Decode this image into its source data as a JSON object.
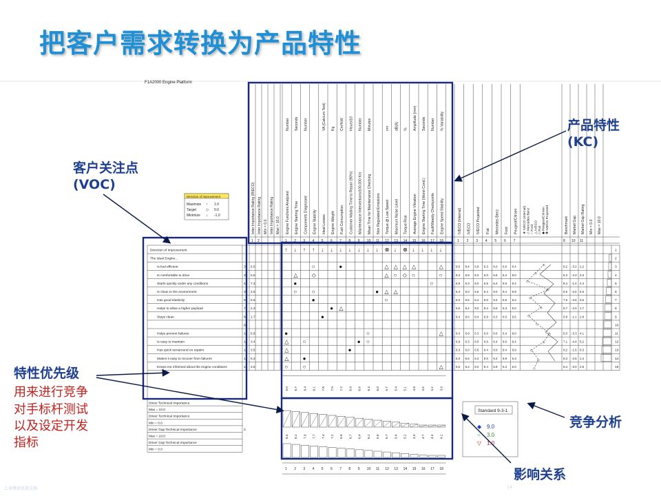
{
  "slide_title": "把客户需求转换为产品特性",
  "annotations": {
    "kc_line1": "产品特性",
    "kc_line2": "(KC)",
    "voc_line1": "客户关注点",
    "voc_line2": "(VOC)",
    "priority_title": "特性优先级",
    "priority_lines": [
      "用来进行竞争",
      "对手标杆测试",
      "以及设定开发",
      "指标"
    ],
    "competitive": "竞争分析",
    "relationship": "影响关系"
  },
  "house_of_quality": {
    "platform_title": "F1A2000 Engine Platform",
    "direction_legend": {
      "title": "Direction of Improvement",
      "rows": [
        {
          "label": "Maximize",
          "symbol": "↑",
          "value": "1.0"
        },
        {
          "label": "Target",
          "symbol": "◇",
          "value": "0.0"
        },
        {
          "label": "Minimize",
          "symbol": "↓",
          "value": "-1.0"
        }
      ]
    },
    "importance_columns": [
      "Inter Importance Rating (RIECO)",
      "Inter Importance Rating",
      "Min = 0.0",
      "Inter Importance Rating",
      "Max = 10.0"
    ],
    "kc_columns": [
      {
        "name": "Engine Functions Analyzed",
        "unit": "Number"
      },
      {
        "name": "Engine Starting Time",
        "unit": "Seconds"
      },
      {
        "name": "Components Diagnosed",
        "unit": "Number"
      },
      {
        "name": "Engine Stability",
        "unit": ""
      },
      {
        "name": "Heat Losses",
        "unit": "VA (Calcium Test)"
      },
      {
        "name": "Engine Weight",
        "unit": "Kg"
      },
      {
        "name": "Fuel Consumption",
        "unit": "Cm³/kW"
      },
      {
        "name": "Customer Waiting Time to Repair (90%)",
        "unit": "Hours/10"
      },
      {
        "name": "Maintenance Interventions/100,000 Km",
        "unit": "Number"
      },
      {
        "name": "Mean Time for Maintenance Checking",
        "unit": "Minutes"
      },
      {
        "name": "Non Regulated Emissions",
        "unit": ""
      },
      {
        "name": "Torque @ Low Speed",
        "unit": "nm"
      },
      {
        "name": "Maximum Noise Level",
        "unit": "dB(A)"
      },
      {
        "name": "Torque Rise",
        "unit": "%"
      },
      {
        "name": "Average Engine Vibration",
        "unit": "Amplitude (mm)"
      },
      {
        "name": "Engine Starting Time (Worst Cond.)",
        "unit": "Seconds"
      },
      {
        "name": "Fault/Weekly Checkpoints",
        "unit": "Number"
      },
      {
        "name": "Engine Speed Stability",
        "unit": "% Variability"
      }
    ],
    "competitor_columns": [
      "IVECO (Internal)",
      "IVECO",
      "IVECO Projected",
      "Fiat",
      "Mercedes Benz",
      "Ford",
      "Peugeot/Citroen"
    ],
    "competitor_legend": [
      "IVECO (Internal)",
      "Mercedes Benz",
      "Ford",
      "IVECO",
      "Fiat",
      "Peugeot/Citroen",
      "IVECO Projected"
    ],
    "gap_columns": [
      "Benchmark",
      "Market Gap",
      "Market Gap Rating",
      "Min = 0.0",
      "Max = 10.0"
    ],
    "column_numbers": [
      "1",
      "2",
      "1",
      "2",
      "3",
      "4",
      "5",
      "6",
      "7",
      "8",
      "9",
      "10",
      "11",
      "12",
      "13",
      "14",
      "15",
      "16",
      "17",
      "18",
      "1",
      "2",
      "3",
      "4",
      "5",
      "6",
      "7",
      "8",
      "10",
      "11"
    ],
    "direction_row": [
      "↑",
      "↓",
      "↑",
      "↑",
      "↓",
      "↓",
      "↓",
      "↓",
      "↓",
      "↓",
      "↓",
      "⊗",
      "↓",
      "⊗",
      "↓",
      "↓",
      "↓",
      "↓"
    ],
    "voc_rows": [
      {
        "n": "",
        "label": "Direction of Improvement",
        "imp": "",
        "lvl": 0
      },
      {
        "n": "",
        "label": "The Ideal Engine...",
        "imp": "",
        "lvl": 0
      },
      {
        "n": "3",
        "label": "Is fuel efficient",
        "imp": "5.5",
        "lvl": 1
      },
      {
        "n": "3",
        "label": "Is comfortable to drive",
        "imp": "5.5",
        "lvl": 1
      },
      {
        "n": "4",
        "label": "Starts quickly under any conditions",
        "imp": "7.3",
        "lvl": 1
      },
      {
        "n": "3",
        "label": "Is clean to the environment",
        "imp": "2.5",
        "lvl": 1
      },
      {
        "n": "6",
        "label": "Has good elasticity",
        "imp": "5.5",
        "lvl": 1
      },
      {
        "n": "7",
        "label": "Helps to allow a higher payload",
        "imp": "2.3",
        "lvl": 1
      },
      {
        "n": "8",
        "label": "Stays clean",
        "imp": "1.7",
        "lvl": 1
      },
      {
        "n": "9",
        "label": "",
        "imp": "",
        "lvl": 1
      },
      {
        "n": "10",
        "label": "Helps prevent failures",
        "imp": "5.9",
        "lvl": 1
      },
      {
        "n": "11",
        "label": "Is easy to maintain",
        "imp": "3.4",
        "lvl": 1
      },
      {
        "n": "12",
        "label": "Has quick turnaround on repairs",
        "imp": "3.5",
        "lvl": 1
      },
      {
        "n": "13",
        "label": "Makes it easy to recover from failures",
        "imp": "5.3",
        "lvl": 1
      },
      {
        "n": "14",
        "label": "Keeps me informed about the engine conditions",
        "imp": "3.5",
        "lvl": 1
      }
    ],
    "bottom_rows": [
      "Driver Technical Importance",
      "Max = 10.0",
      "Driver Technical Importance",
      "Min = 0.0",
      "Driver Gap Technical Importance",
      "Max = 10.0",
      "Driver Gap Technical Importance",
      "Min = 0.0"
    ],
    "standard_legend": {
      "title": "Standard 9-3-1",
      "items": [
        {
          "symbol": "◆",
          "value": "9.0",
          "color": "#1f3fbf"
        },
        {
          "symbol": "○",
          "value": "3.0",
          "color": "#2e8f2e"
        },
        {
          "symbol": "▽",
          "value": "1.0",
          "color": "#c0221e"
        }
      ]
    }
  },
  "colors": {
    "title": "#1f8fd6",
    "callout_blue": "#1f3f8f",
    "callout_red": "#c0221e",
    "frame": "#1a2a7a"
  },
  "footer_left": "上海博卓信息文档",
  "footer_page": "14"
}
